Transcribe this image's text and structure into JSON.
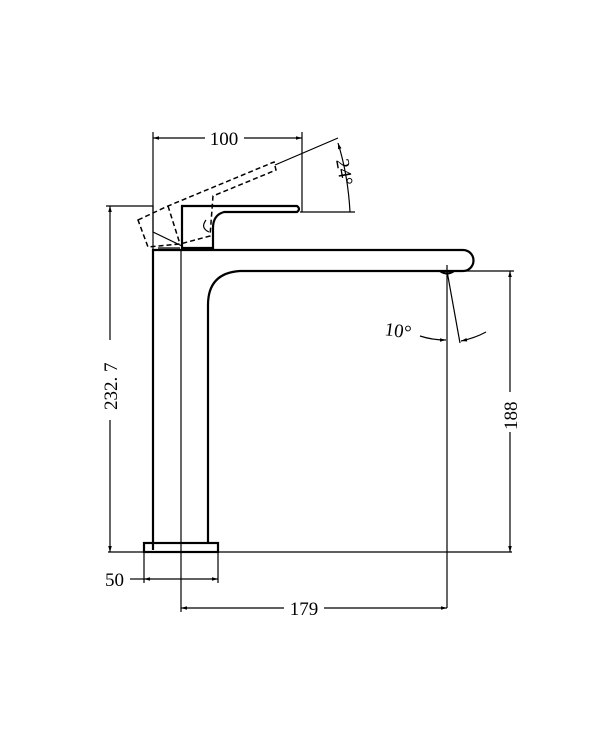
{
  "drawing": {
    "dimensions": {
      "handle_length": "100",
      "handle_angle": "24°",
      "spout_angle": "10°",
      "total_height": "232. 7",
      "spout_height": "188",
      "base_diameter": "50",
      "spout_reach": "179"
    },
    "colors": {
      "line": "#000000",
      "background": "#ffffff"
    }
  }
}
